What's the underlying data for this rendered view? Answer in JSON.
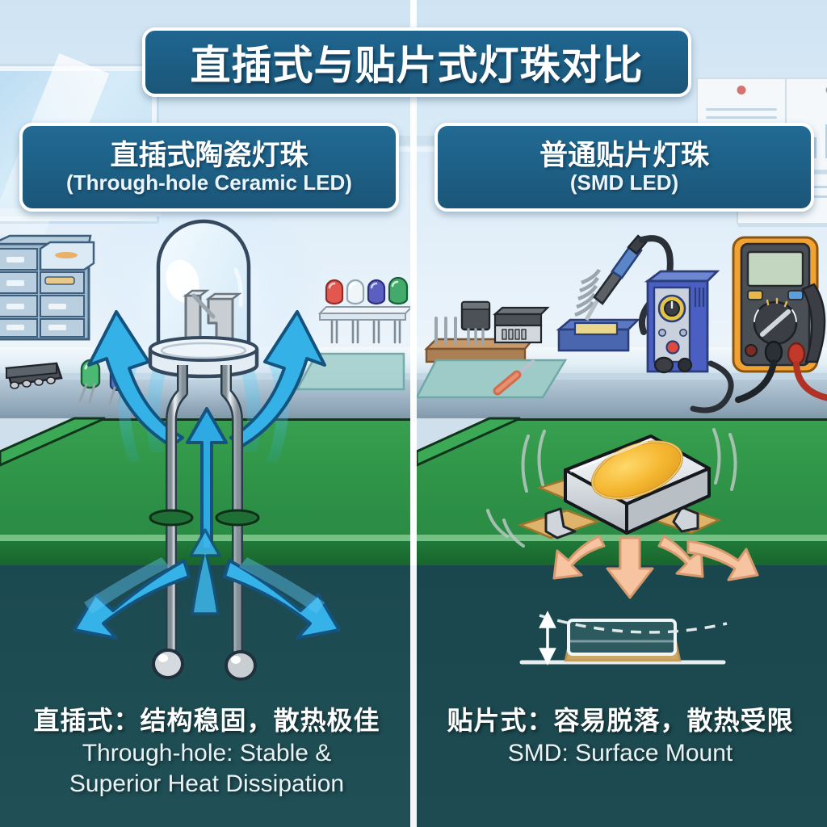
{
  "title": {
    "text": "直插式与贴片式灯珠对比"
  },
  "panels": {
    "left": {
      "badge_zh": "直插式陶瓷灯珠",
      "badge_en": "(Through-hole Ceramic LED)",
      "caption_zh": "直插式：结构稳固，散热极佳",
      "caption_en_line1": "Through-hole: Stable &",
      "caption_en_line2": "Superior Heat Dissipation"
    },
    "right": {
      "badge_zh": "普通贴片灯珠",
      "badge_en": "(SMD LED)",
      "caption_zh": "贴片式：容易脱落，散热受限",
      "caption_en_line1": "SMD: Surface Mount",
      "caption_en_line2": ""
    }
  },
  "colors": {
    "badge_blue": "#1b5678",
    "heat_arrow_blue": "#29aae3",
    "heat_arrow_outline": "#0d4f7a",
    "smd_arrow_peach": "#f6c4a0",
    "pcb_green": "#2e9247",
    "pcb_dark_green": "#19652e",
    "under_teal": "#1d4b51",
    "sky_blue": "#dcecf8",
    "led_phosphor_yellow": "#f5ba34",
    "smd_body_silver": "#dfe3e6",
    "pad_gold": "#e0b36a",
    "multimeter_orange": "#f0a232",
    "station_blue": "#4a5fc1",
    "mat_teal": "#97c9c7"
  },
  "left_scene": {
    "component_drawer": "parts-drawer-cabinet",
    "ic_chip": "black-ic-chip",
    "loose_leds": [
      "green",
      "blue"
    ],
    "led_rack_colors": [
      "red",
      "white",
      "blue",
      "green"
    ],
    "main_component": "through-hole-ceramic-led",
    "heat_arrow_count": 6,
    "pcb_hole_count": 2,
    "solder_joint_count": 2
  },
  "right_scene": {
    "soldering_iron": "soldering-iron-on-stand",
    "soldering_station": "blue-soldering-station",
    "multimeter": "orange-digital-multimeter",
    "probe_colors": [
      "black",
      "red"
    ],
    "tray_components": [
      "transistor",
      "connector-module"
    ],
    "tweezer_tool": "red-handle-probe",
    "main_component": "smd-led-package",
    "heat_arrow_count": 5,
    "vibration_arc_count": 4,
    "profile_diagram": "low-profile-height-with-board-flex"
  }
}
